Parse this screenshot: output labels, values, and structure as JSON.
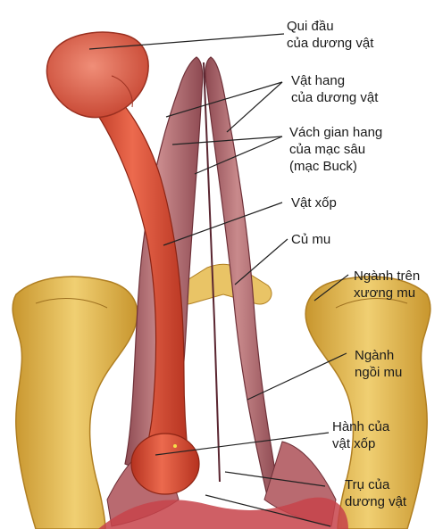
{
  "labels": {
    "glans": {
      "line1": "Qui đầu",
      "line2": "của dương vật"
    },
    "corpus_cavernosum": {
      "line1": "Vật hang",
      "line2": "của dương vật"
    },
    "septum": {
      "line1": "Vách gian hang",
      "line2": "của mạc sâu",
      "line3": "(mạc Buck)"
    },
    "corpus_spongiosum": {
      "line1": "Vật xốp"
    },
    "pubic_tubercle": {
      "line1": "Củ mu"
    },
    "superior_ramus": {
      "line1": "Ngành trên",
      "line2": "xương mu"
    },
    "ischiopubic_ramus": {
      "line1": "Ngành",
      "line2": "ngồi mu"
    },
    "bulb": {
      "line1": "Hành của",
      "line2": "vật xốp"
    },
    "crus": {
      "line1": "Trụ của",
      "line2": "dương vật"
    }
  },
  "colors": {
    "bone": "#e6b94e",
    "bone_dark": "#c28f2a",
    "spongiosum": "#d9503a",
    "cavernosum": "#b76a6e",
    "leader_line": "#222222"
  }
}
